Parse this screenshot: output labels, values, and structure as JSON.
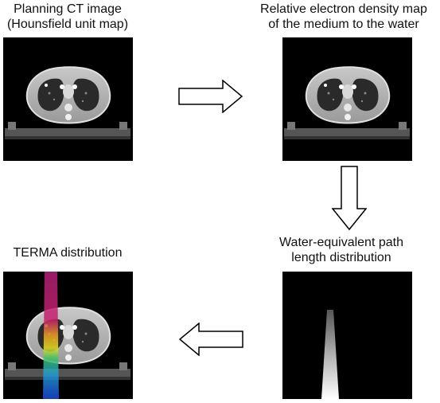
{
  "panels": {
    "ct": {
      "caption_line1": "Planning CT image",
      "caption_line2": "(Hounsfield unit map)"
    },
    "red": {
      "caption_line1": "Relative electron density map",
      "caption_line2": "of the medium to the water"
    },
    "wepl": {
      "caption_line1": "Water-equivalent path",
      "caption_line2": "length distribution"
    },
    "terma": {
      "caption_line1": "TERMA distribution"
    }
  },
  "arrows": [
    {
      "name": "arrow-ct-to-red",
      "direction": "right"
    },
    {
      "name": "arrow-red-to-wepl",
      "direction": "down"
    },
    {
      "name": "arrow-wepl-to-terma",
      "direction": "left"
    }
  ],
  "colors": {
    "panel_background": "#000000",
    "arrow_fill": "#ffffff",
    "arrow_stroke": "#000000",
    "beam_top": "#b0207a",
    "beam_bottom": "#1c46d8"
  }
}
